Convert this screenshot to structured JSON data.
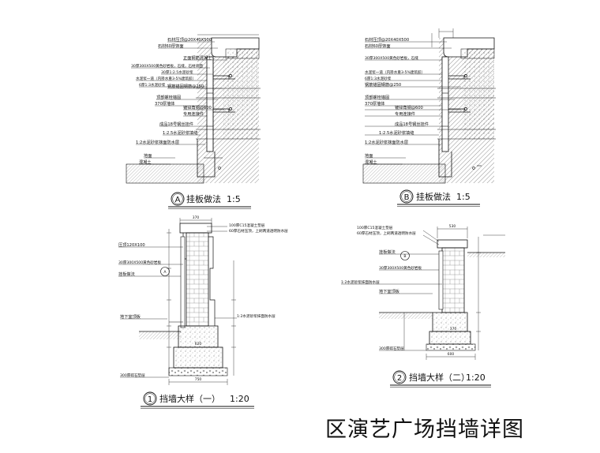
{
  "drawing_title": "区演艺广场挡墙详图",
  "details": {
    "A": {
      "marker": "A",
      "caption": "挂板做法",
      "scale": "1:5",
      "labels": [
        "石材压顶@20X40X500",
        "石材60厚饰面",
        "正面钢筋混凝土",
        "30厚300X500黄色砂岩板，石缝，石材背面",
        "30厚1:2.5水泥砂浆",
        "水泥浆一道（内掺水重3-5%建筑胶）",
        "6厚1:3水泥砂浆",
        "钢筋锚固钢筋@250",
        "顶部螺栓锚固",
        "370厚墙体",
        "镀锌角钢@600",
        "专用连接件",
        "成品18号钢丝挂件",
        "1:2.5水泥砂浆填缝",
        "1:2水泥砂浆抹面防水层",
        "地面",
        "混凝土"
      ]
    },
    "B": {
      "marker": "B",
      "caption": "挂板做法",
      "scale": "1:5",
      "labels": [
        "石材压顶@20X40X500",
        "石材60厚饰面",
        "30厚300X500黄色砂岩板，石缝",
        "水泥浆一道（内掺水重3-5%建筑胶）",
        "6厚1:3水泥砂浆",
        "钢筋锚固钢筋@250",
        "顶部螺栓锚固",
        "370厚墙体",
        "镀锌角钢@600",
        "专用连接件",
        "成品18号钢丝挂件",
        "1:2.5水泥砂浆填缝",
        "1:2水泥砂浆抹面防水层",
        "地面",
        "混凝土"
      ]
    },
    "1": {
      "marker": "1",
      "caption": "挡墙大样（一）",
      "scale": "1:20",
      "labels": [
        "100厚C15混凝土垫层",
        "60厚石材压顶，上刷两道透明防水层",
        "压顶120X100",
        "30厚300X500黄色砂岩板",
        "挂板做法",
        "1:2水泥砂浆抹面防水层",
        "地下室顶板",
        "300厚碎石垫层"
      ],
      "dims": [
        "370",
        "620",
        "750"
      ]
    },
    "2": {
      "marker": "2",
      "caption": "挡墙大样（二）",
      "scale": "1:20",
      "labels": [
        "100厚C15混凝土垫层",
        "60厚石材压顶，上刷两道透明防水层",
        "挂板做法",
        "30厚300X500黄色砂岩板",
        "1:2水泥砂浆抹面防水层",
        "地下室顶板",
        "300厚碎石垫层"
      ],
      "dims": [
        "530",
        "370",
        "600"
      ]
    }
  }
}
